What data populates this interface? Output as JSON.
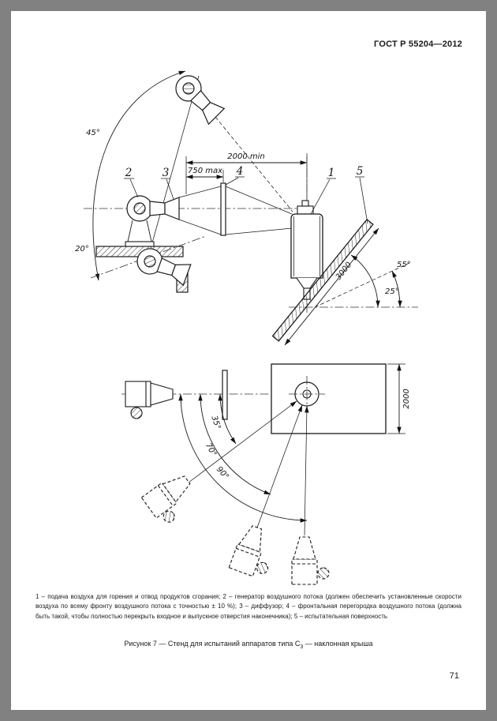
{
  "page": {
    "header": "ГОСТ Р 55204—2012",
    "number": "71"
  },
  "figure": {
    "legend": "1 – подача воздуха для горения и отвод продуктов сгорания; 2 – генератор воздушного потока (должен обеспечить установленные скорости воздуха по всему фронту воздушного потока с точностью ± 10 %); 3 – диффузор; 4 – фронтальная перегородка воздушного потока (должна быть такой, чтобы полностью перекрыть входное и выпускное отверстия наконечника); 5 – испытательная поверхность",
    "caption_prefix": "Рисунок 7 — Стенд для испытаний аппаратов типа С",
    "caption_sub": "3",
    "caption_suffix": " — наклонная крыша"
  },
  "diagram": {
    "callouts": {
      "c1": "1",
      "c2": "2",
      "c3": "3",
      "c4": "4",
      "c5": "5"
    },
    "dims": {
      "d2000min": "2000 min",
      "d750max": "750 max",
      "d3000": "3000",
      "d2000": "2000"
    },
    "angles": {
      "a45": "45°",
      "a20": "20°",
      "a55": "55°",
      "a25": "25°",
      "a35": "35°",
      "a70": "70°",
      "a90": "90°"
    }
  }
}
